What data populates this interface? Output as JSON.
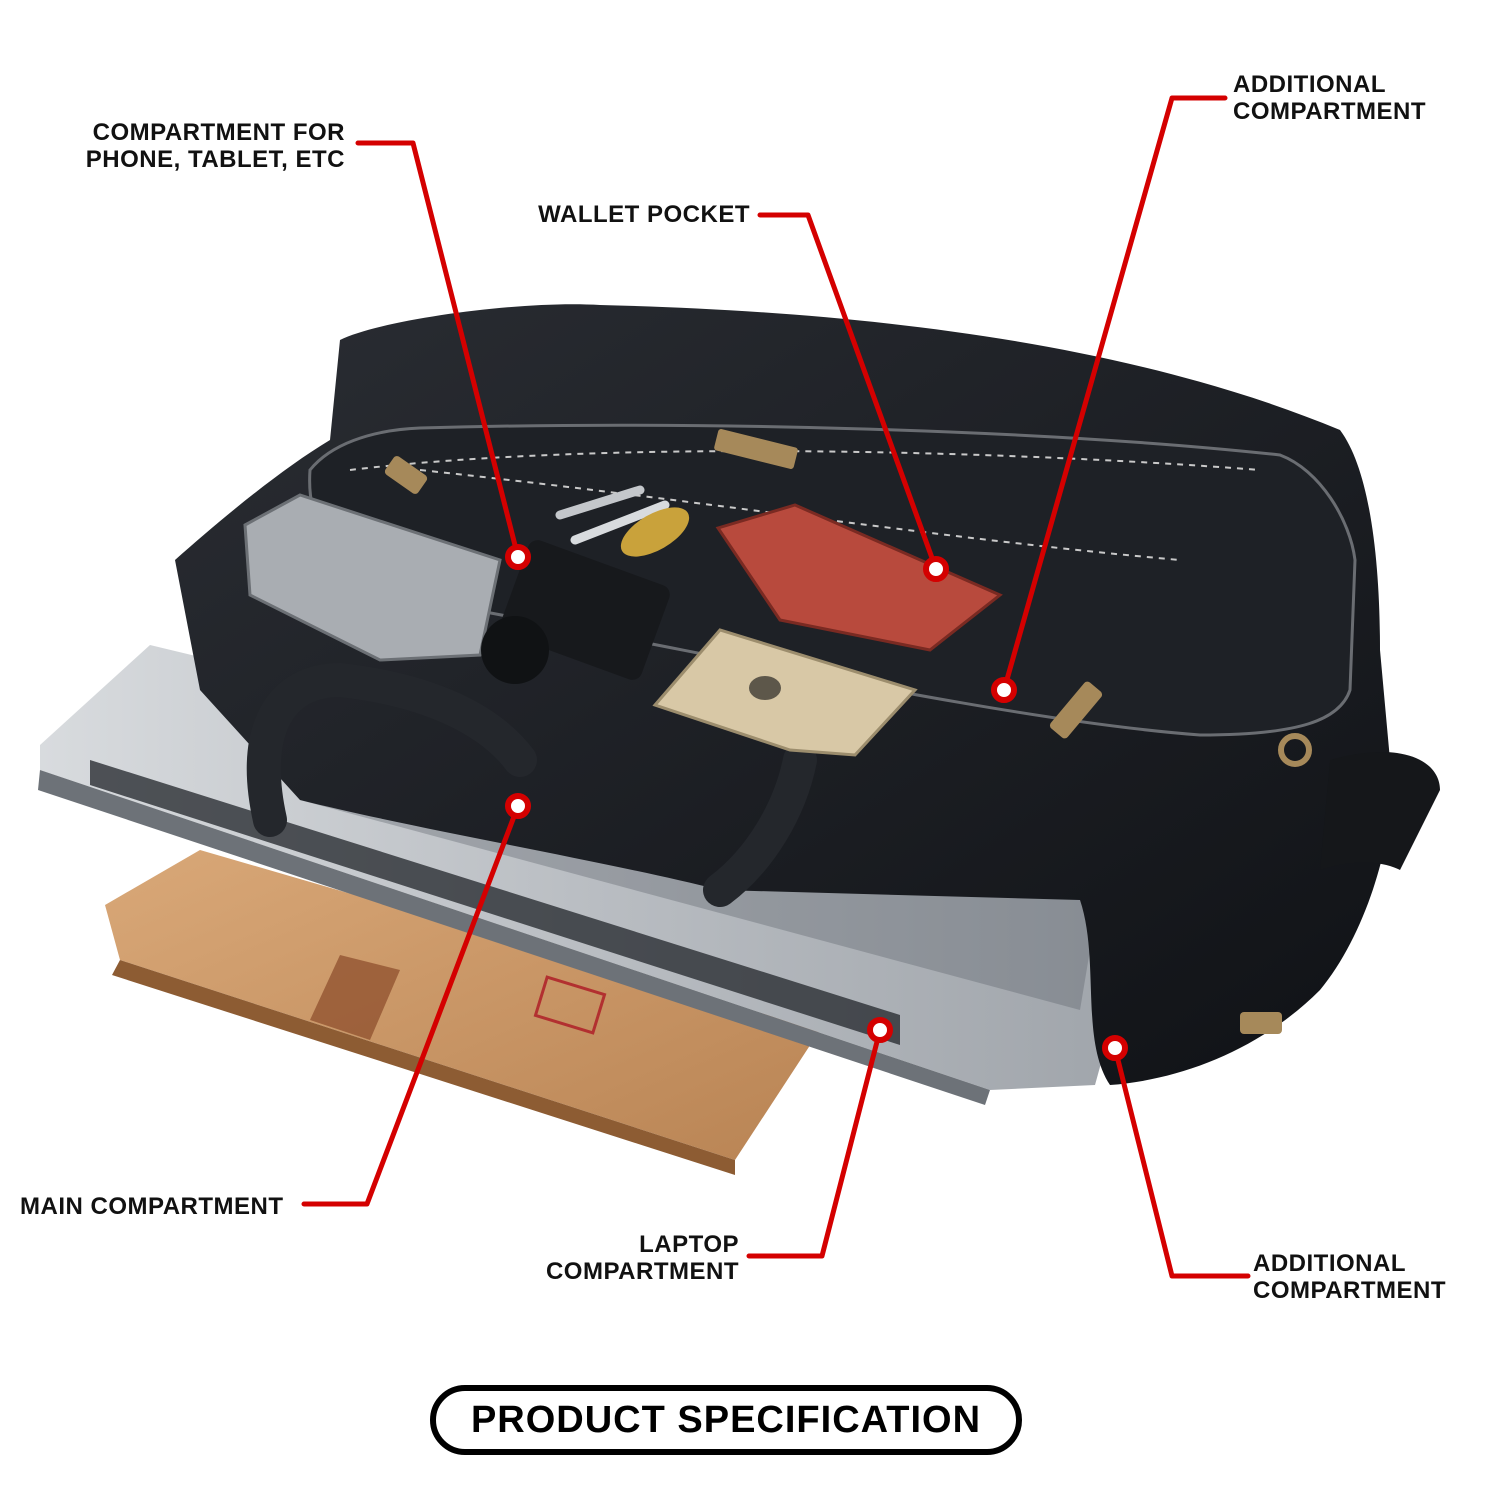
{
  "callouts": {
    "phone_tablet": {
      "line1": "COMPARTMENT FOR",
      "line2": "PHONE, TABLET, ETC"
    },
    "wallet": {
      "line1": "WALLET POCKET"
    },
    "additional_top": {
      "line1": "ADDITIONAL",
      "line2": "COMPARTMENT"
    },
    "main": {
      "line1": "MAIN COMPARTMENT"
    },
    "laptop": {
      "line1": "LAPTOP",
      "line2": "COMPARTMENT"
    },
    "additional_bottom": {
      "line1": "ADDITIONAL",
      "line2": "COMPARTMENT"
    }
  },
  "banner": {
    "text": "PRODUCT SPECIFICATION"
  },
  "colors": {
    "accent": "#d40000",
    "bag": "#1b1d22",
    "text": "#111111"
  },
  "product_image": {
    "name": "leather-laptop-bag-photo"
  }
}
